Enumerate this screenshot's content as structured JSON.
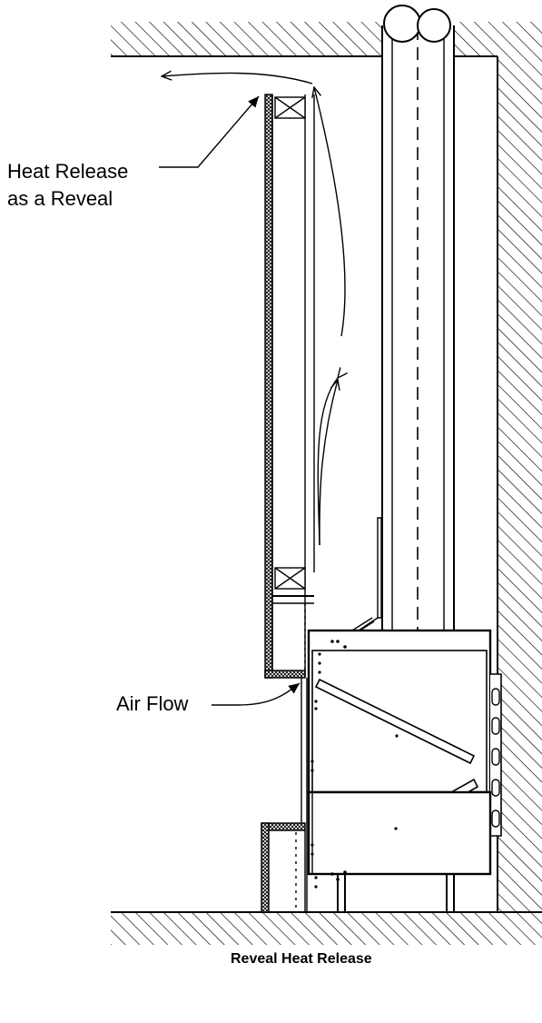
{
  "labels": {
    "heat_release_line1": "Heat Release",
    "heat_release_line2": "as a Reveal",
    "air_flow": "Air Flow"
  },
  "caption": "Reveal Heat Release"
}
